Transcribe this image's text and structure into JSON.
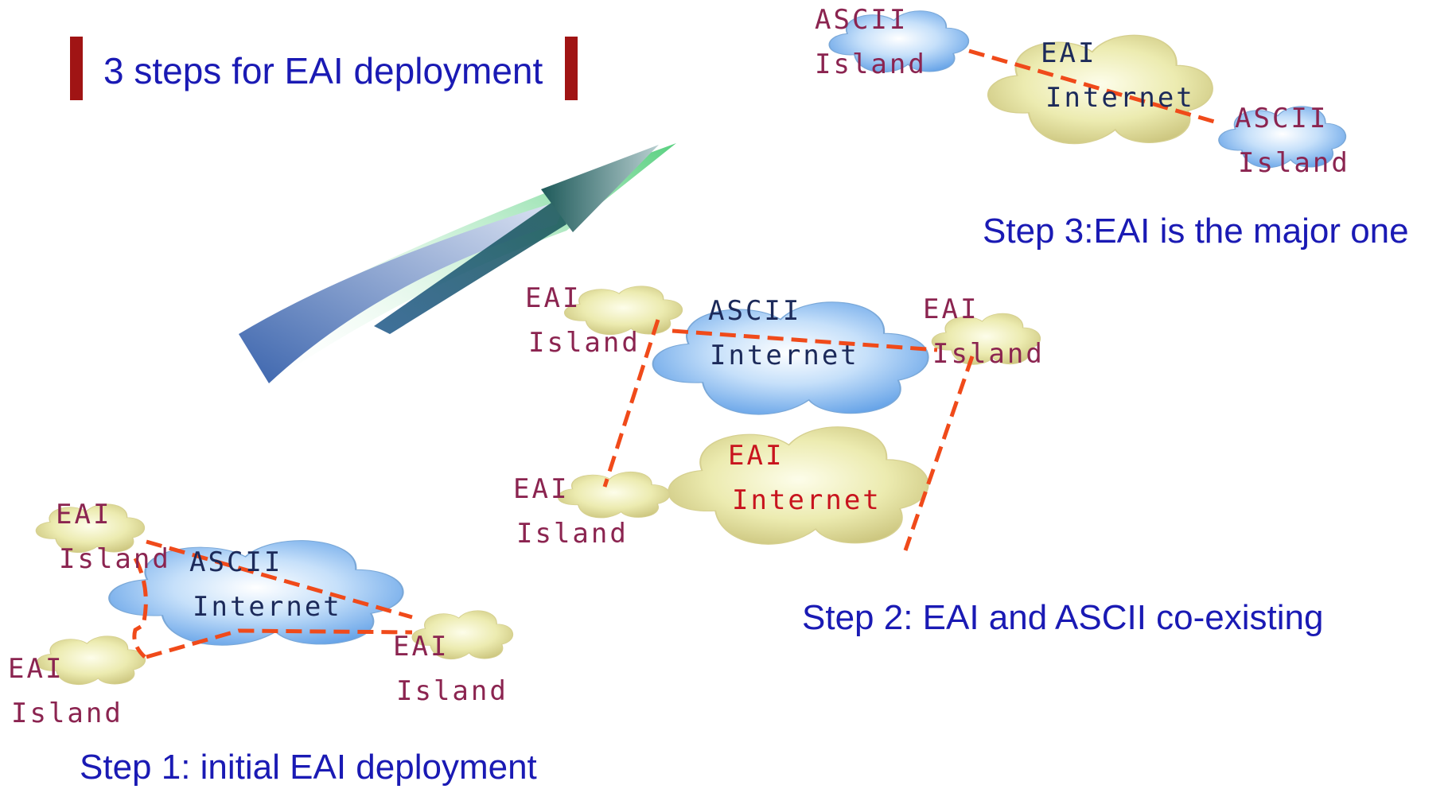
{
  "title": "3 steps for EAI deployment",
  "colors": {
    "title_text": "#1a1ab4",
    "title_bar": "#a01414",
    "dashed_line": "#f04a1a",
    "island_label": "#8b2450",
    "internet_label": "#1c2a5a",
    "eai_internet_label": "#c8141e",
    "blue_cloud": "#9cc8f4",
    "yellow_cloud": "#ecebb0"
  },
  "steps": [
    {
      "caption": "Step 1: initial EAI deployment",
      "internet": {
        "line1": "ASCII",
        "line2": "Internet"
      },
      "islands": [
        {
          "line1": "EAI",
          "line2": "Island"
        },
        {
          "line1": "EAI",
          "line2": "Island"
        },
        {
          "line1": "EAI",
          "line2": "Island"
        }
      ]
    },
    {
      "caption": "Step 2: EAI and ASCII co-existing",
      "ascii_internet": {
        "line1": "ASCII",
        "line2": "Internet"
      },
      "eai_internet": {
        "line1": "EAI",
        "line2": "Internet"
      },
      "islands": [
        {
          "line1": "EAI",
          "line2": "Island"
        },
        {
          "line1": "EAI",
          "line2": "Island"
        },
        {
          "line1": "EAI",
          "line2": "Island"
        }
      ]
    },
    {
      "caption": "Step 3:EAI is the major one",
      "internet": {
        "line1": "EAI",
        "line2": "Internet"
      },
      "islands": [
        {
          "line1": "ASCII",
          "line2": "Island"
        },
        {
          "line1": "ASCII",
          "line2": "Island"
        }
      ]
    }
  ],
  "icons": [
    "progress-arrow-icon",
    "cloud-icon"
  ]
}
